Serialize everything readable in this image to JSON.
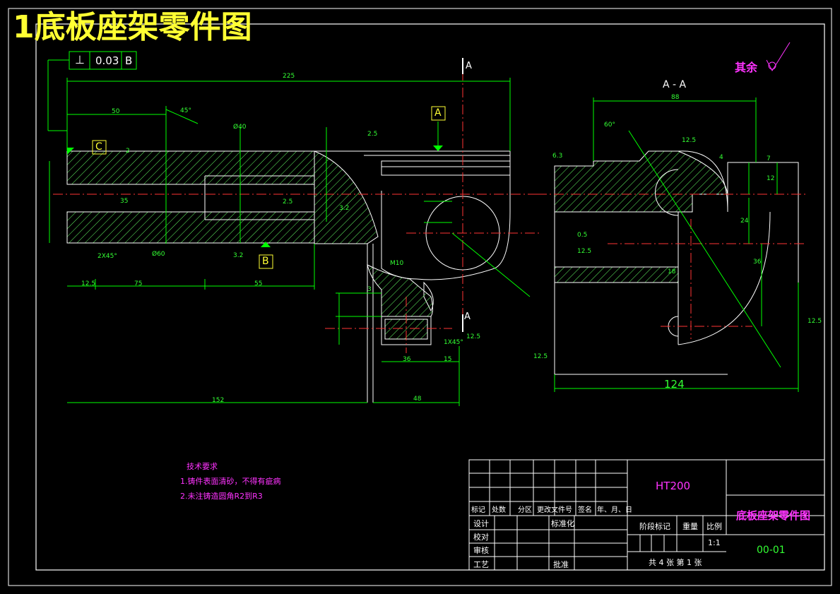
{
  "sheet_title": "1底板座架零件图",
  "colors": {
    "outline": "#ffffff",
    "dimension": "#00ff00",
    "centerline": "#ff3333",
    "hatch": "#66ff66",
    "note": "#ff33ff",
    "datum": "#ffff33"
  },
  "tolerance_frame": {
    "symbol": "⊥",
    "value": "0.03",
    "datum": "B"
  },
  "section_marks": {
    "top": "A",
    "bottom": "A",
    "view_title": "A - A"
  },
  "datum_labels": {
    "a": "A",
    "b": "B",
    "c": "C"
  },
  "surface_note": {
    "label": "其余"
  },
  "dimensions": {
    "total_length": "225",
    "left_step": "50",
    "shank_len": "152",
    "lower_len": "48",
    "seg_125": "12.5",
    "seg_75": "75",
    "seg_55": "55",
    "seg_36": "36",
    "seg_15": "15",
    "view_width": "124",
    "view_top": "88",
    "rough_25a": "2.5",
    "rough_25b": "2.5",
    "rough_32a": "3.2",
    "rough_32b": "3.2",
    "rough_125a": "12.5",
    "rough_125b": "12.5",
    "rough_125c": "12.5",
    "rough_125d": "12.5",
    "rough_125e": "12.5",
    "rough_63": "6.3",
    "rough_05": "0.5",
    "chamfer_a": "2X45°",
    "chamfer_b": "1X45°",
    "thread": "M10",
    "dim_3": "3",
    "dim_18": "18",
    "dim_4": "4",
    "dim_7": "7",
    "dim_12": "12",
    "dim_24": "24",
    "dim_36": "36",
    "dim_35": "35",
    "dim_2": "2",
    "dim_45deg": "45°",
    "dim_60deg": "60°",
    "dia_60": "Ø60",
    "dia_40": "Ø40"
  },
  "tech_notes": {
    "heading": "技术要求",
    "lines": [
      "1.铸件表面清砂，不得有疵病",
      "2.未注铸造圆角R2到R3"
    ]
  },
  "title_block": {
    "material": "HT200",
    "part_name": "底板座架零件图",
    "drawing_no": "00-01",
    "row_headers": [
      "标记",
      "处数",
      "分区",
      "更改文件号",
      "签名",
      "年、月、日"
    ],
    "left_rows": [
      "设计",
      "校对",
      "审核",
      "工艺"
    ],
    "standardize": "标准化",
    "approve": "批准",
    "stage_mark": "阶段标记",
    "weight": "重量",
    "ratio": "比例",
    "ratio_value": "1:1",
    "sheets": "共 4 张  第 1 张"
  }
}
